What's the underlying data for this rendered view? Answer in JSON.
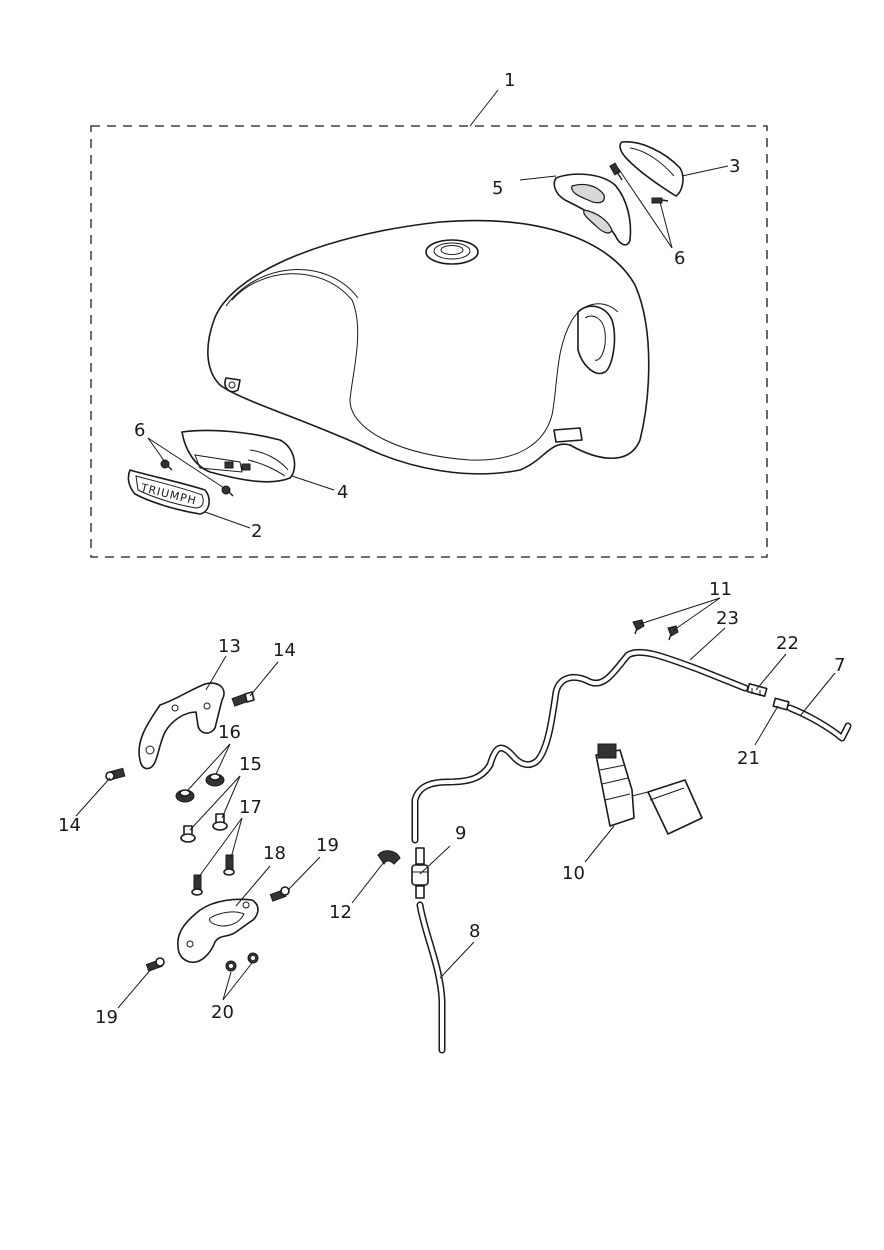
{
  "labels": {
    "l1": "1",
    "l2": "2",
    "l3": "3",
    "l4": "4",
    "l5": "5",
    "l6a": "6",
    "l6b": "6",
    "l7": "7",
    "l8": "8",
    "l9": "9",
    "l10": "10",
    "l11": "11",
    "l12": "12",
    "l13": "13",
    "l14a": "14",
    "l14b": "14",
    "l15": "15",
    "l16": "16",
    "l17": "17",
    "l18": "18",
    "l19a": "19",
    "l19b": "19",
    "l20": "20",
    "l21": "21",
    "l22": "22",
    "l23": "23"
  },
  "badge_text": "TRIUMPH"
}
